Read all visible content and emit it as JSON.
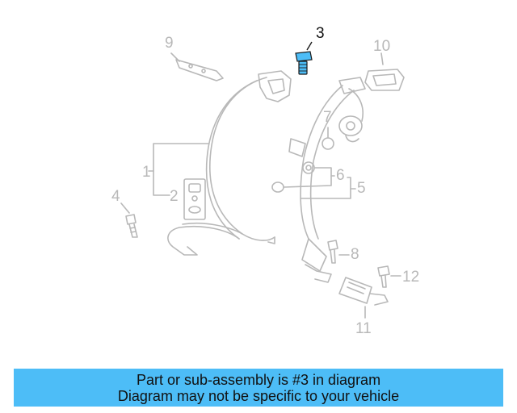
{
  "callouts": {
    "c1": "1",
    "c2": "2",
    "c3": "3",
    "c4": "4",
    "c5": "5",
    "c6": "6",
    "c7": "7",
    "c8": "8",
    "c9": "9",
    "c10": "10",
    "c11": "11",
    "c12": "12"
  },
  "highlighted_callout": "3",
  "colors": {
    "line_art": "#b8b8b8",
    "highlight_part": "#4dbdf7",
    "banner_bg": "#4dbdf7"
  },
  "banner": {
    "line1": "Part or sub-assembly is #3 in diagram",
    "line2": "Diagram may not be specific to your vehicle"
  }
}
